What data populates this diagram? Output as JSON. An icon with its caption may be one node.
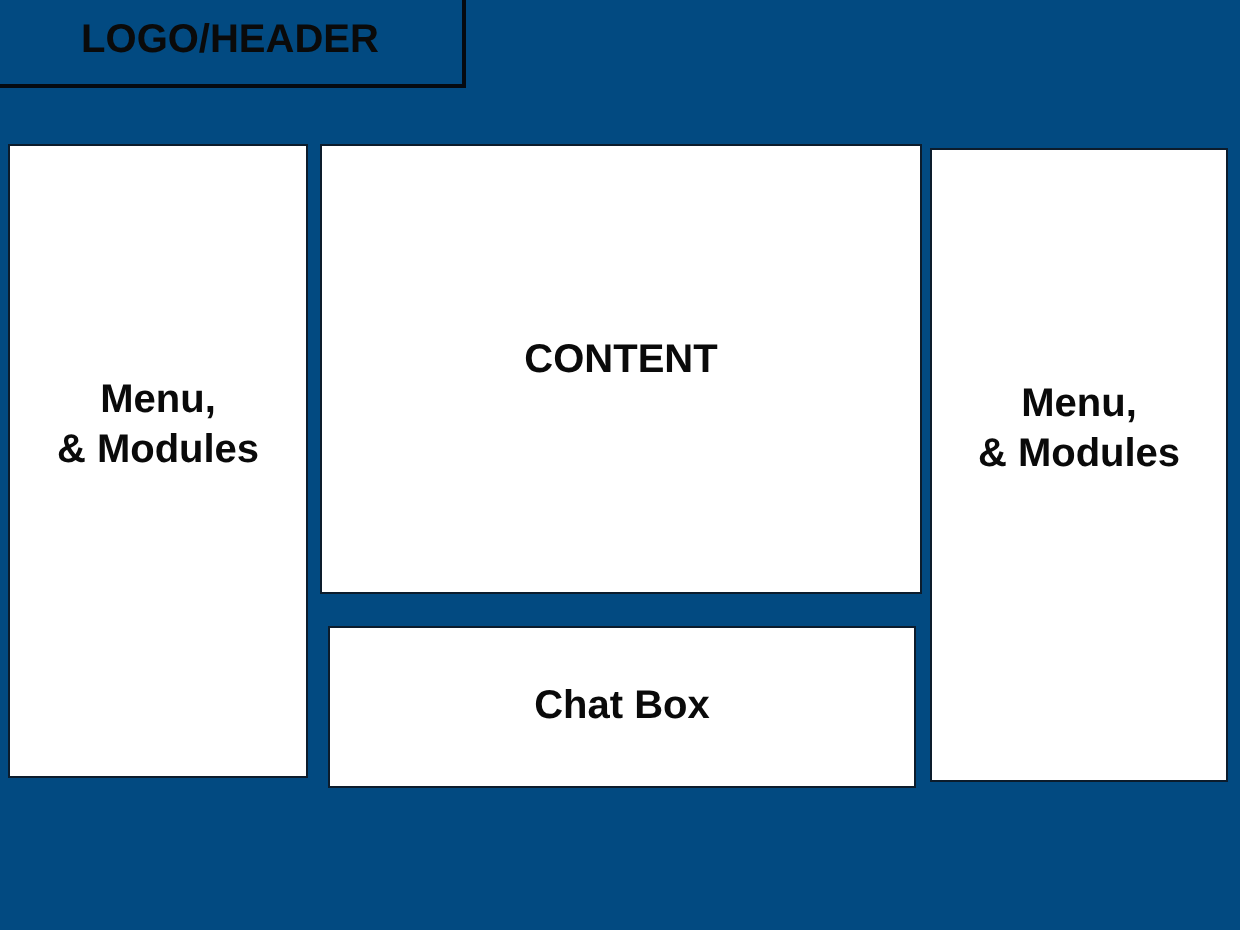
{
  "diagram": {
    "nodes": [
      {
        "text": [
          "LOGO/HEADER"
        ]
      },
      {
        "text": [
          "Menu, & Modules"
        ]
      },
      {
        "text": [
          "CONTENT"
        ]
      },
      {
        "text": [
          "Chat Box"
        ]
      },
      {
        "text": [
          "Menu, & Modules"
        ]
      }
    ]
  }
}
